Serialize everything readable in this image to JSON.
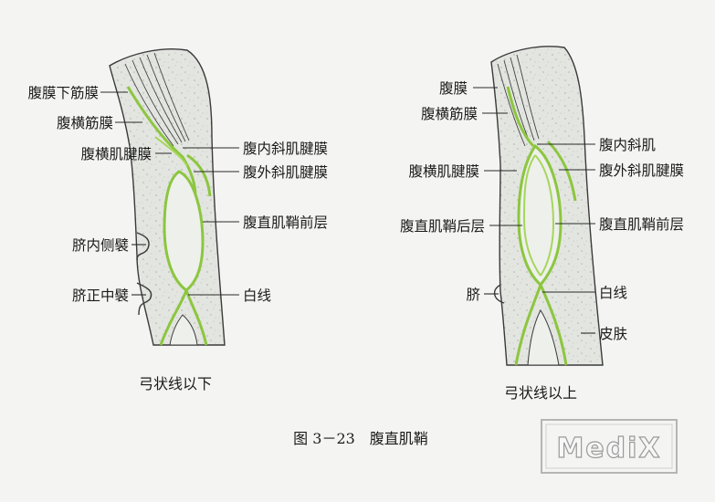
{
  "left_panel": {
    "caption": "弓状线以下",
    "labels_left": [
      "腹膜下筋膜",
      "腹横筋膜",
      "腹横肌腱膜",
      "脐内侧襞",
      "脐正中襞"
    ],
    "labels_right": [
      "腹内斜肌腱膜",
      "腹外斜肌腱膜",
      "腹直肌鞘前层",
      "白线"
    ]
  },
  "right_panel": {
    "caption": "弓状线以上",
    "labels_left": [
      "腹膜",
      "腹横筋膜",
      "腹横肌腱膜",
      "腹直肌鞘后层",
      "脐"
    ],
    "labels_right": [
      "腹内斜肌",
      "腹外斜肌腱膜",
      "腹直肌鞘前层",
      "白线",
      "皮肤"
    ]
  },
  "figure_caption": "图 3－23　腹直肌鞘",
  "watermark": "MediX",
  "colors": {
    "sheath_green": "#8cc63f",
    "tissue_fill": "#e2e4df",
    "background": "#f4f5f2"
  }
}
